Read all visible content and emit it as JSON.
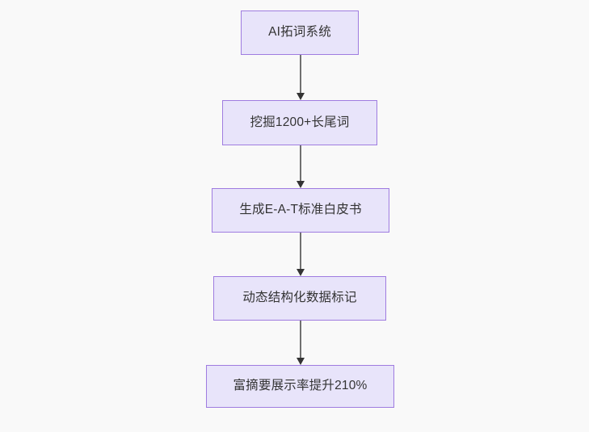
{
  "diagram": {
    "type": "flowchart",
    "direction": "top-to-bottom",
    "background_color": "#f9f9f9",
    "node_fill_color": "#e8e4fa",
    "node_border_color": "#9f7ce0",
    "node_text_color": "#333333",
    "edge_line_color": "#707070",
    "edge_arrow_color": "#333333",
    "nodes": [
      {
        "id": "n1",
        "label": "AI拓词系统"
      },
      {
        "id": "n2",
        "label": "挖掘1200+长尾词"
      },
      {
        "id": "n3",
        "label": "生成E-A-T标准白皮书"
      },
      {
        "id": "n4",
        "label": "动态结构化数据标记"
      },
      {
        "id": "n5",
        "label": "富摘要展示率提升210%"
      }
    ],
    "edges": [
      {
        "id": "e1",
        "from": "n1",
        "to": "n2",
        "label": ""
      },
      {
        "id": "e2",
        "from": "n2",
        "to": "n3",
        "label": ""
      },
      {
        "id": "e3",
        "from": "n3",
        "to": "n4",
        "label": ""
      },
      {
        "id": "e4",
        "from": "n4",
        "to": "n5",
        "label": ""
      }
    ]
  }
}
